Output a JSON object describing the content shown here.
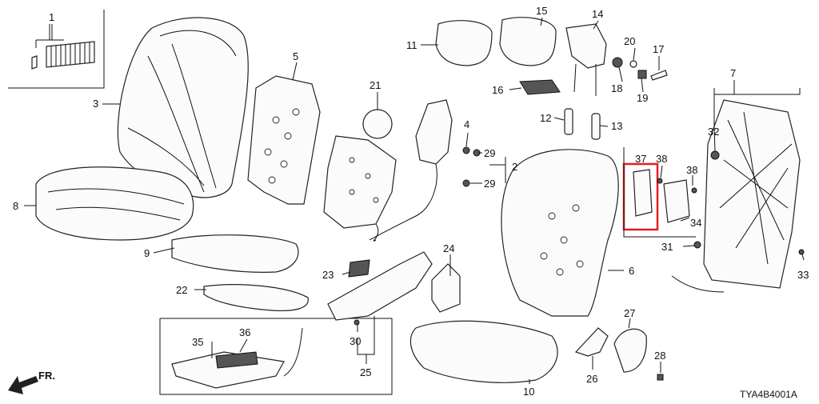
{
  "diagram": {
    "code": "TYA4B4001A",
    "front_marker": "FR.",
    "highlight_color": "#e31e24",
    "callouts": [
      "1",
      "2",
      "3",
      "4",
      "5",
      "6",
      "7",
      "8",
      "9",
      "10",
      "11",
      "12",
      "13",
      "14",
      "15",
      "16",
      "17",
      "18",
      "19",
      "20",
      "21",
      "22",
      "23",
      "24",
      "25",
      "26",
      "27",
      "28",
      "29",
      "29",
      "30",
      "31",
      "32",
      "33",
      "34",
      "35",
      "36",
      "37",
      "38",
      "38"
    ]
  }
}
